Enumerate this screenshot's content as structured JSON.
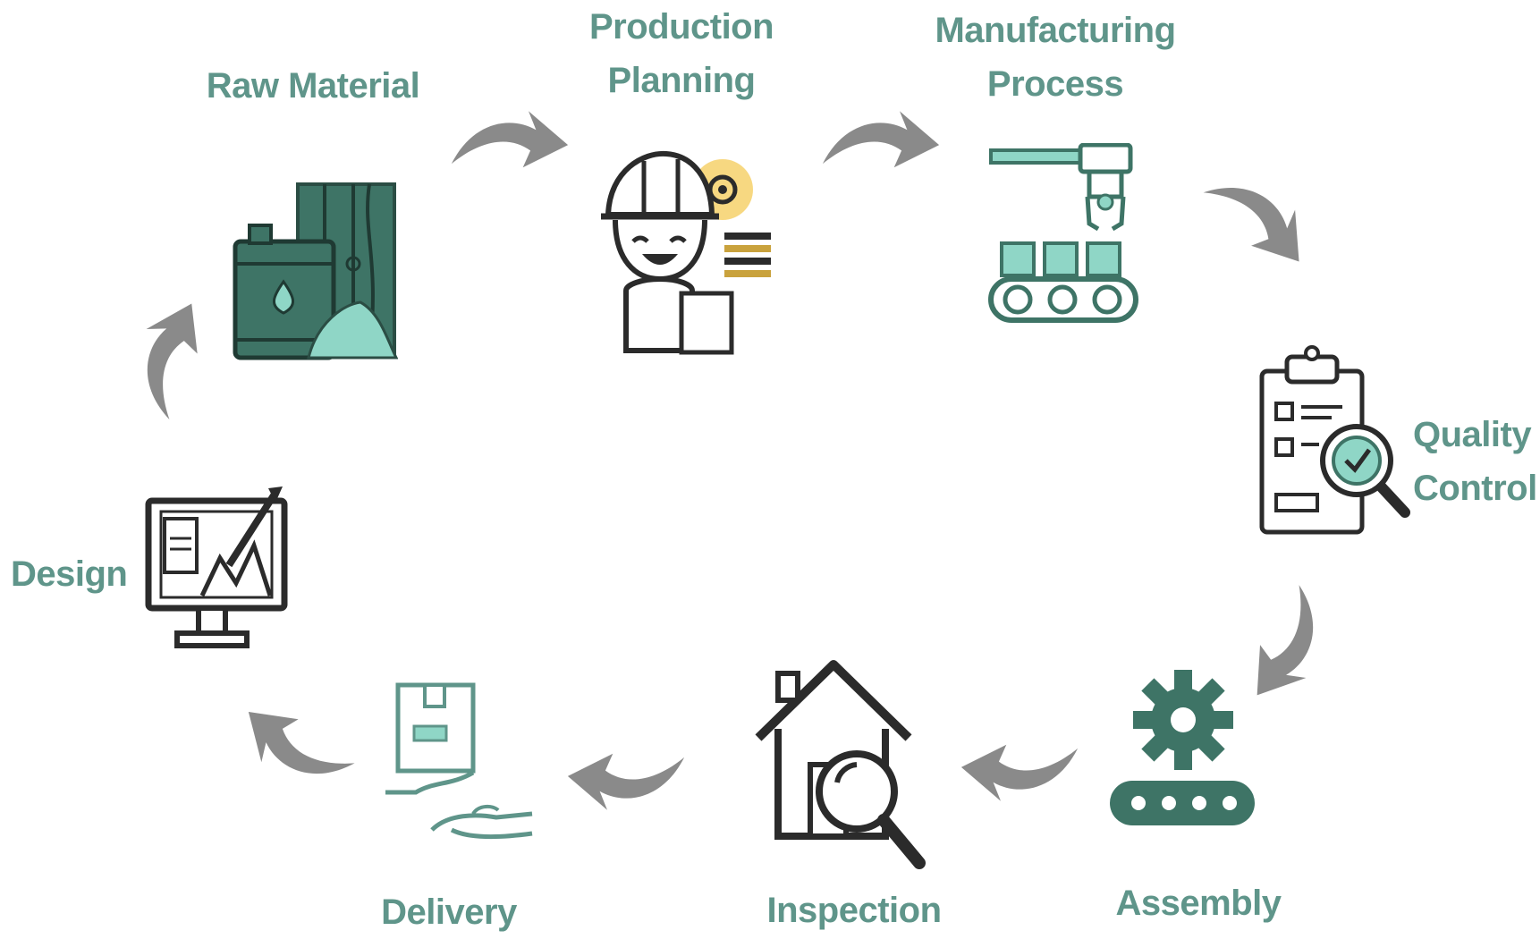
{
  "diagram": {
    "steps": [
      {
        "id": "raw-material",
        "label_lines": [
          "Raw Material"
        ],
        "icon": "raw-material-icon"
      },
      {
        "id": "production-planning",
        "label_lines": [
          "Production",
          "Planning"
        ],
        "icon": "engineer-icon"
      },
      {
        "id": "manufacturing-process",
        "label_lines": [
          "Manufacturing",
          "Process"
        ],
        "icon": "conveyor-robot-arm-icon"
      },
      {
        "id": "quality-control",
        "label_lines": [
          "Quality",
          "Control"
        ],
        "icon": "clipboard-magnifier-icon"
      },
      {
        "id": "assembly",
        "label_lines": [
          "Assembly"
        ],
        "icon": "gear-conveyor-icon"
      },
      {
        "id": "inspection",
        "label_lines": [
          "Inspection"
        ],
        "icon": "house-magnifier-icon"
      },
      {
        "id": "delivery",
        "label_lines": [
          "Delivery"
        ],
        "icon": "package-hand-icon"
      },
      {
        "id": "design",
        "label_lines": [
          "Design"
        ],
        "icon": "monitor-drawing-icon"
      }
    ],
    "colors": {
      "label": "#5f958a",
      "arrow": "#8a8a8a",
      "teal_dark": "#3e7466",
      "teal_light": "#8fd6c6",
      "icon_stroke": "#2b2b2b",
      "accent_yellow": "#f3c84b"
    }
  }
}
